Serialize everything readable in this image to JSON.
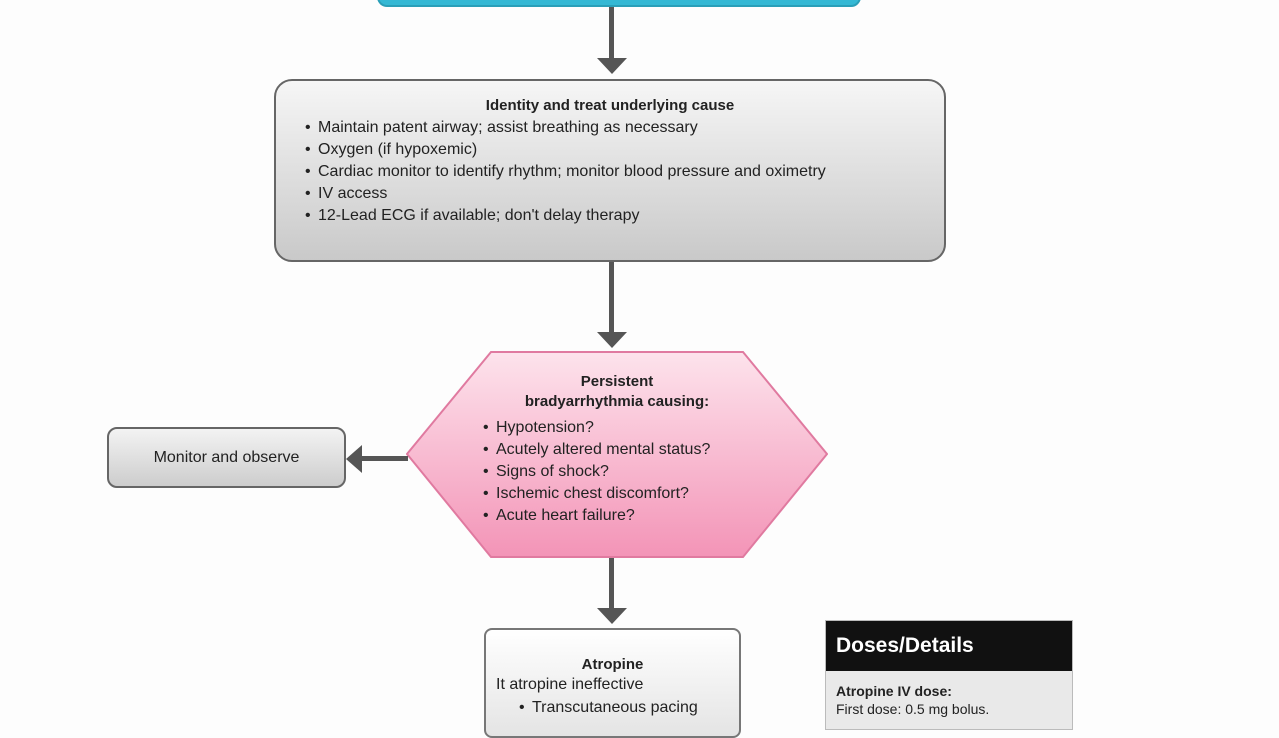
{
  "colors": {
    "top_box": "#34b8d4",
    "hexagon_top": "#fde3ec",
    "hexagon_bottom": "#f394b7",
    "connector": "#555555"
  },
  "identify_box": {
    "title": "Identity and treat underlying cause",
    "items": [
      "Maintain patent airway; assist breathing as necessary",
      "Oxygen (if hypoxemic)",
      "Cardiac monitor to identify rhythm; monitor blood pressure and oximetry",
      "IV access",
      "12-Lead ECG if available; don't delay therapy"
    ]
  },
  "decision": {
    "title_line1": "Persistent",
    "title_line2": "bradyarrhythmia causing:",
    "items": [
      "Hypotension?",
      "Acutely altered mental status?",
      "Signs of shock?",
      "Ischemic chest discomfort?",
      "Acute heart failure?"
    ]
  },
  "monitor_box": {
    "label": "Monitor and observe"
  },
  "atropine_box": {
    "title": "Atropine",
    "line": "It atropine ineffective",
    "items": [
      "Transcutaneous pacing"
    ]
  },
  "doses_panel": {
    "header": "Doses/Details",
    "subheading": "Atropine IV dose:",
    "line1": "First dose: 0.5 mg bolus."
  }
}
